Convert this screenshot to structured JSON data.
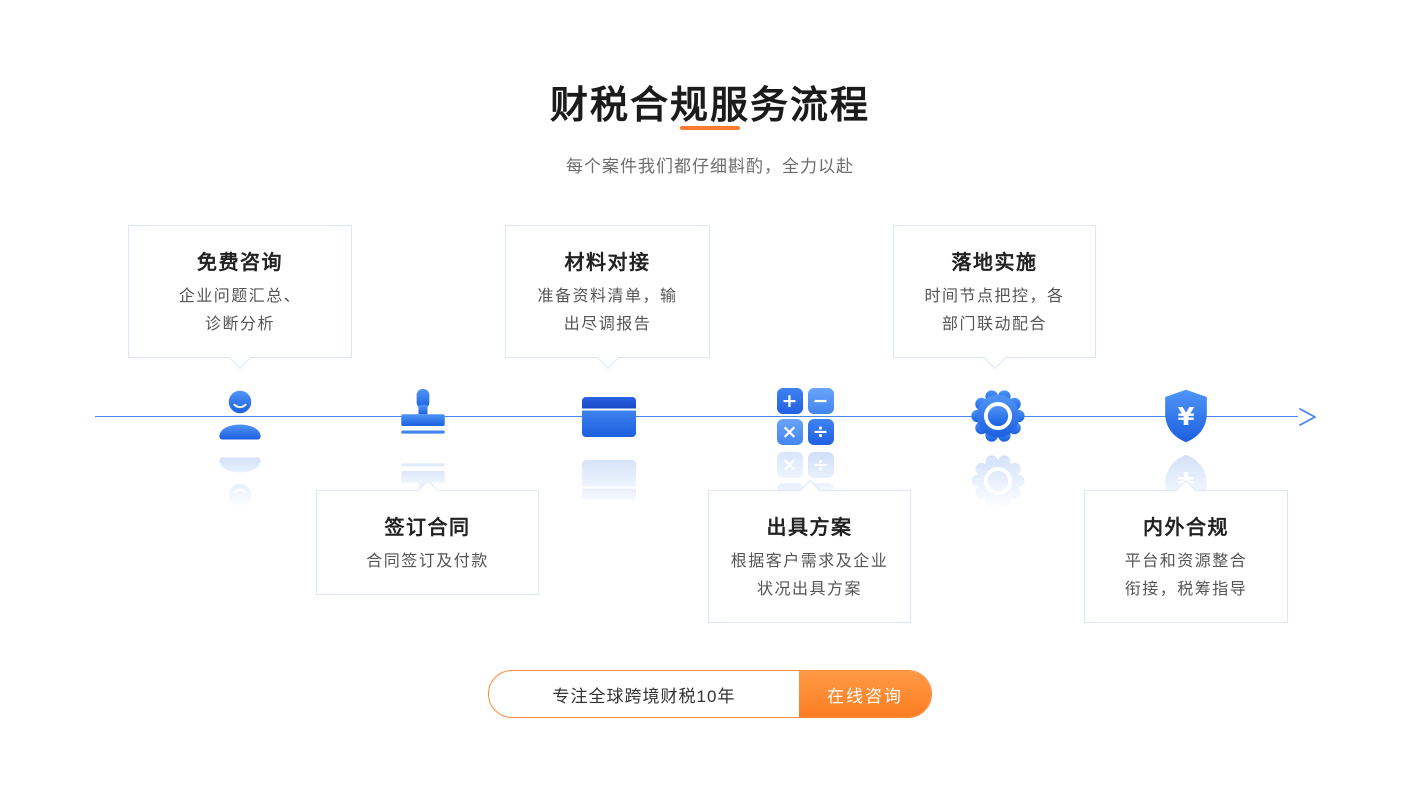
{
  "header": {
    "title": "财税合规服务流程",
    "subtitle": "每个案件我们都仔细斟酌，全力以赴"
  },
  "steps": [
    {
      "title": "免费咨询",
      "desc": "企业问题汇总、\n诊断分析",
      "icon": "person-icon",
      "card_position": "above"
    },
    {
      "title": "签订合同",
      "desc": "合同签订及付款",
      "icon": "stamp-icon",
      "card_position": "below"
    },
    {
      "title": "材料对接",
      "desc": "准备资料清单，输\n出尽调报告",
      "icon": "document-card-icon",
      "card_position": "above"
    },
    {
      "title": "出具方案",
      "desc": "根据客户需求及企业\n状况出具方案",
      "icon": "calculator-icon",
      "card_position": "below"
    },
    {
      "title": "落地实施",
      "desc": "时间节点把控，各\n部门联动配合",
      "icon": "badge-gear-icon",
      "card_position": "above"
    },
    {
      "title": "内外合规",
      "desc": "平台和资源整合\n衔接，税筹指导",
      "icon": "shield-yuan-icon",
      "card_position": "below"
    }
  ],
  "calculator_symbols": [
    "+",
    "−",
    "×",
    "÷"
  ],
  "shield_symbol": "¥",
  "cta": {
    "left_label": "专注全球跨境财税10年",
    "right_label": "在线咨询"
  },
  "colors": {
    "accent_orange": "#FF7C2E",
    "icon_blue_light": "#4F95F7",
    "icon_blue_dark": "#1C5FE0",
    "line_blue": "#4A86EE",
    "card_border": "#DBE7F8"
  }
}
